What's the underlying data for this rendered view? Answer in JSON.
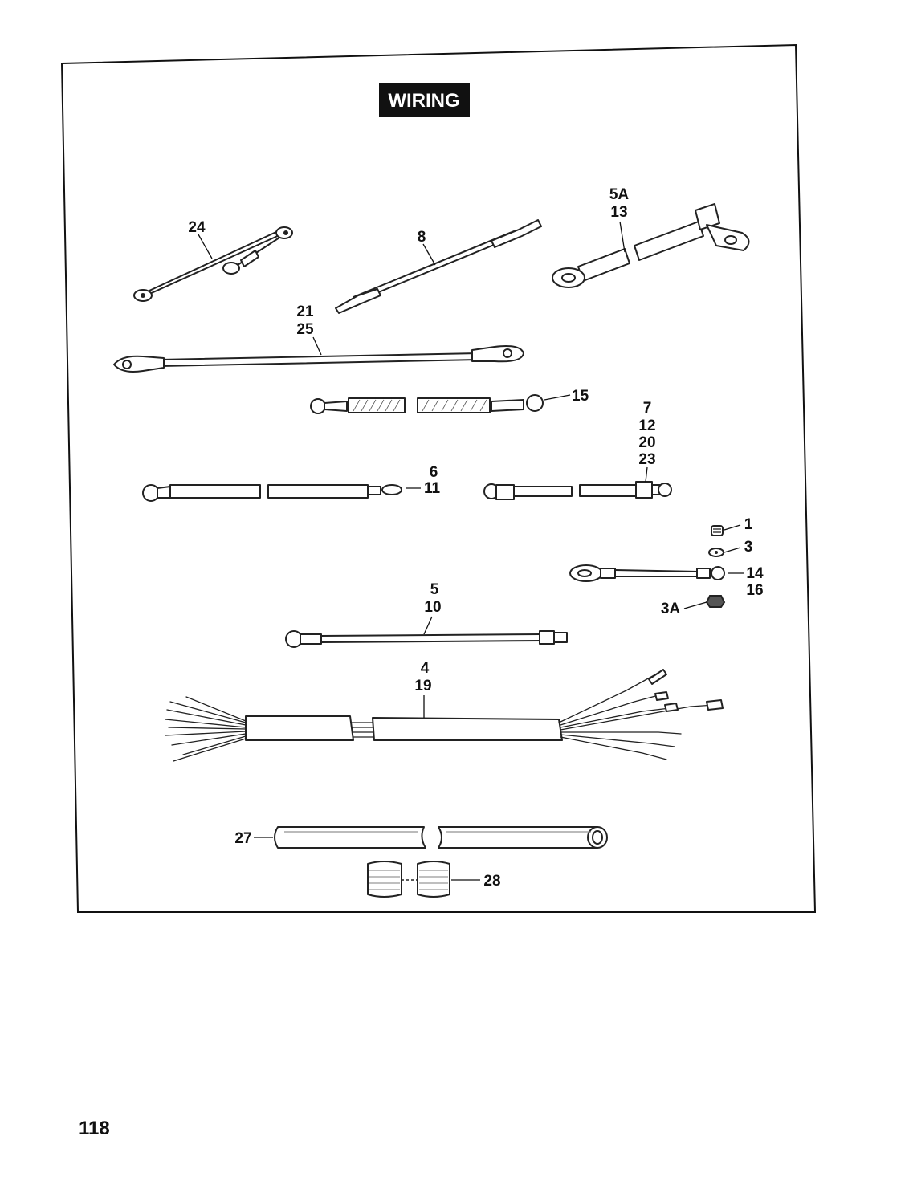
{
  "title": "WIRING",
  "page_number": "118",
  "callouts": {
    "c24": "24",
    "c8": "8",
    "c5a": "5A",
    "c13": "13",
    "c21": "21",
    "c25": "25",
    "c15": "15",
    "c7": "7",
    "c12": "12",
    "c20": "20",
    "c23": "23",
    "c6": "6",
    "c11": "11",
    "c1": "1",
    "c3": "3",
    "c14": "14",
    "c16": "16",
    "c3a": "3A",
    "c5": "5",
    "c10": "10",
    "c4": "4",
    "c19": "19",
    "c27": "27",
    "c28": "28"
  }
}
